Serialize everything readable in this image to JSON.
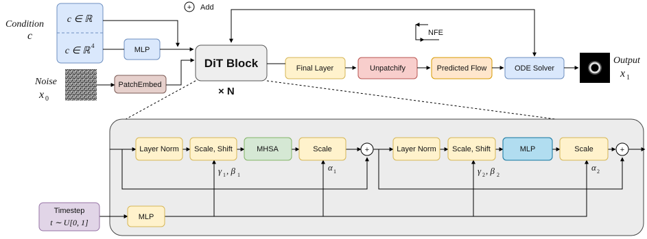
{
  "legend": {
    "add_symbol": "+",
    "add_label": "Add"
  },
  "condition": {
    "label": "Condition",
    "symbol": "c",
    "scalar": "c ∈ ℝ",
    "vector": "c ∈ ℝ",
    "vector_exp": "4"
  },
  "noise": {
    "label": "Noise",
    "symbol": "x",
    "sub": "0"
  },
  "output": {
    "label": "Output",
    "symbol": "x",
    "sub": "1"
  },
  "top_blocks": {
    "mlp": "MLP",
    "patch_embed": "PatchEmbed",
    "dit_block": "DiT Block",
    "repeat": "× N",
    "final_layer": "Final Layer",
    "unpatchify": "Unpatchify",
    "predicted_flow": "Predicted Flow",
    "ode_solver": "ODE Solver",
    "nfe": "NFE"
  },
  "detail": {
    "layer_norm_1": "Layer Norm",
    "scale_shift_1": "Scale, Shift",
    "mhsa": "MHSA",
    "scale_1": "Scale",
    "layer_norm_2": "Layer Norm",
    "scale_shift_2": "Scale, Shift",
    "mlp_2": "MLP",
    "scale_2": "Scale",
    "gamma1": "γ",
    "gamma1_sub": "1",
    "beta1": ", β",
    "beta1_sub": "1",
    "alpha1": "α",
    "alpha1_sub": "1",
    "gamma2": "γ",
    "gamma2_sub": "2",
    "beta2": ", β",
    "beta2_sub": "2",
    "alpha2": "α",
    "alpha2_sub": "2",
    "plus": "+",
    "timestep_label": "Timestep",
    "timestep_formula": "t ∼ U[0, 1]",
    "timestep_mlp": "MLP"
  },
  "colors": {
    "yellow_fill": "#fff2cc",
    "yellow_stroke": "#d6b656",
    "green_fill": "#d5e8d4",
    "green_stroke": "#82b366",
    "blue_fill": "#dae8fc",
    "blue_stroke": "#6c8ebf",
    "red_fill": "#f8cecc",
    "red_stroke": "#b85450",
    "orange_fill": "#ffe6cc",
    "orange_stroke": "#d79b00",
    "teal_fill": "#b1ddf0",
    "teal_stroke": "#10739e",
    "purple_fill": "#e1d5e7",
    "purple_stroke": "#9673a6",
    "gray_fill": "#eeeeee",
    "panel_fill": "#ececec"
  }
}
